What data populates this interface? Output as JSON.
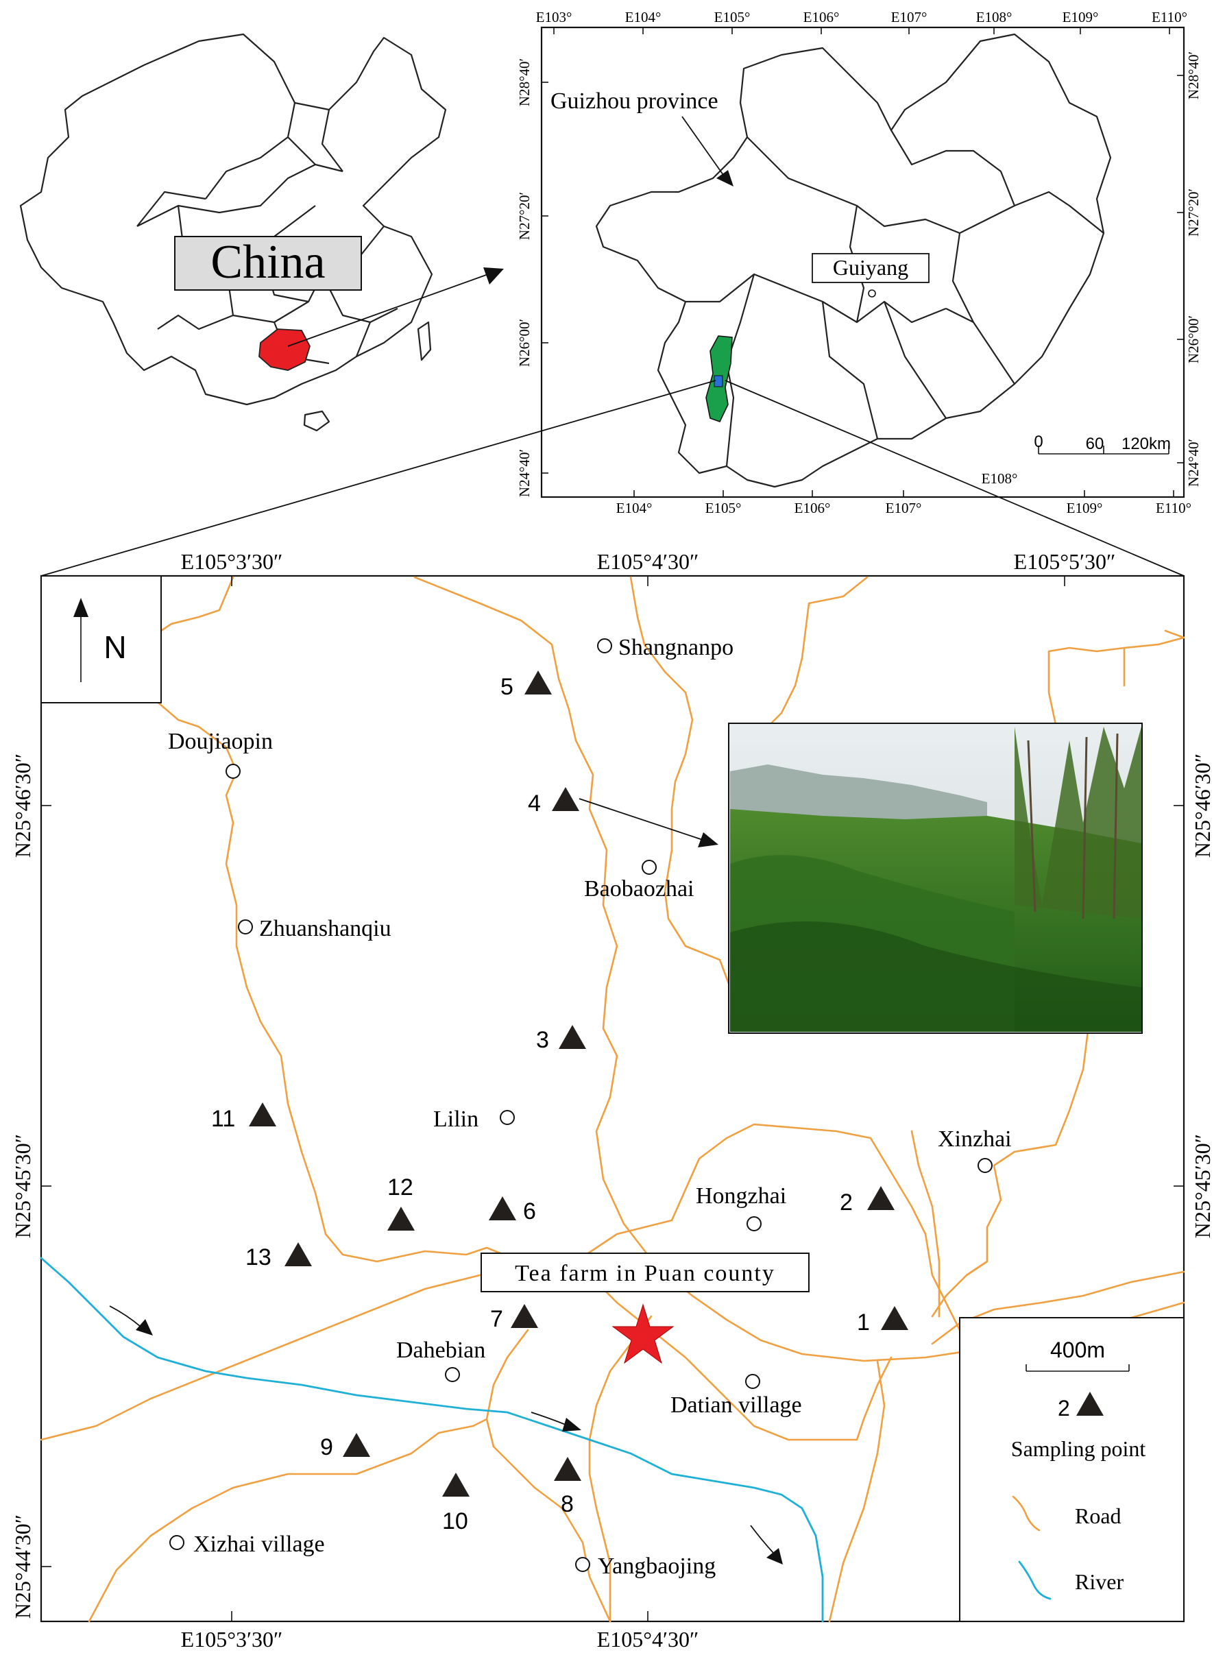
{
  "china_map": {
    "label": "China",
    "colors": {
      "guizhou_fill": "#e81e25"
    }
  },
  "guizhou_map": {
    "label": "Guizhou province",
    "capital": "Guiyang",
    "scale_labels": [
      "0",
      "60",
      "120km"
    ],
    "top_ticks": [
      "E103°",
      "E104°",
      "E105°",
      "E106°",
      "E107°",
      "E108°",
      "E109°",
      "E110°"
    ],
    "bottom_ticks": [
      "E104°",
      "E105°",
      "E106°",
      "E107°",
      "E108°",
      "E109°",
      "E110°"
    ],
    "left_ticks": [
      "N28°40′",
      "N27°20′",
      "N26°00′",
      "N24°40′"
    ],
    "right_ticks": [
      "N28°40′",
      "N27°20′",
      "N26°00′",
      "N24°40′"
    ],
    "colors": {
      "county_fill": "#1aa04a",
      "study_area_fill": "#2a6fd6"
    }
  },
  "study_area": {
    "top_ticks": [
      "E105°3′30″",
      "E105°4′30″",
      "E105°5′30″"
    ],
    "bottom_ticks": [
      "E105°3′30″",
      "E105°4′30″"
    ],
    "left_ticks": [
      "N25°46′30″",
      "N25°45′30″",
      "N25°44′30″"
    ],
    "right_ticks": [
      "N25°46′30″",
      "N25°45′30″"
    ],
    "north_label": "N",
    "farm_label": "Tea farm in Puan county",
    "villages": [
      "Shangnanpo",
      "Doujiaopin",
      "Baobaozhai",
      "Zhuanshanqiu",
      "Lilin",
      "Xinzhai",
      "Hongzhai",
      "Dahebian",
      "Datian village",
      "Xizhai village",
      "Yangbaojing"
    ],
    "sampling_points": [
      "1",
      "2",
      "3",
      "4",
      "5",
      "6",
      "7",
      "8",
      "9",
      "10",
      "11",
      "12",
      "13"
    ],
    "colors": {
      "road": "#f0a040",
      "river": "#1fb0d8",
      "star": "#e81e25"
    }
  },
  "legend": {
    "scale_label": "400m",
    "sample_number": "2",
    "sampling_label": "Sampling point",
    "road_label": "Road",
    "river_label": "River"
  }
}
